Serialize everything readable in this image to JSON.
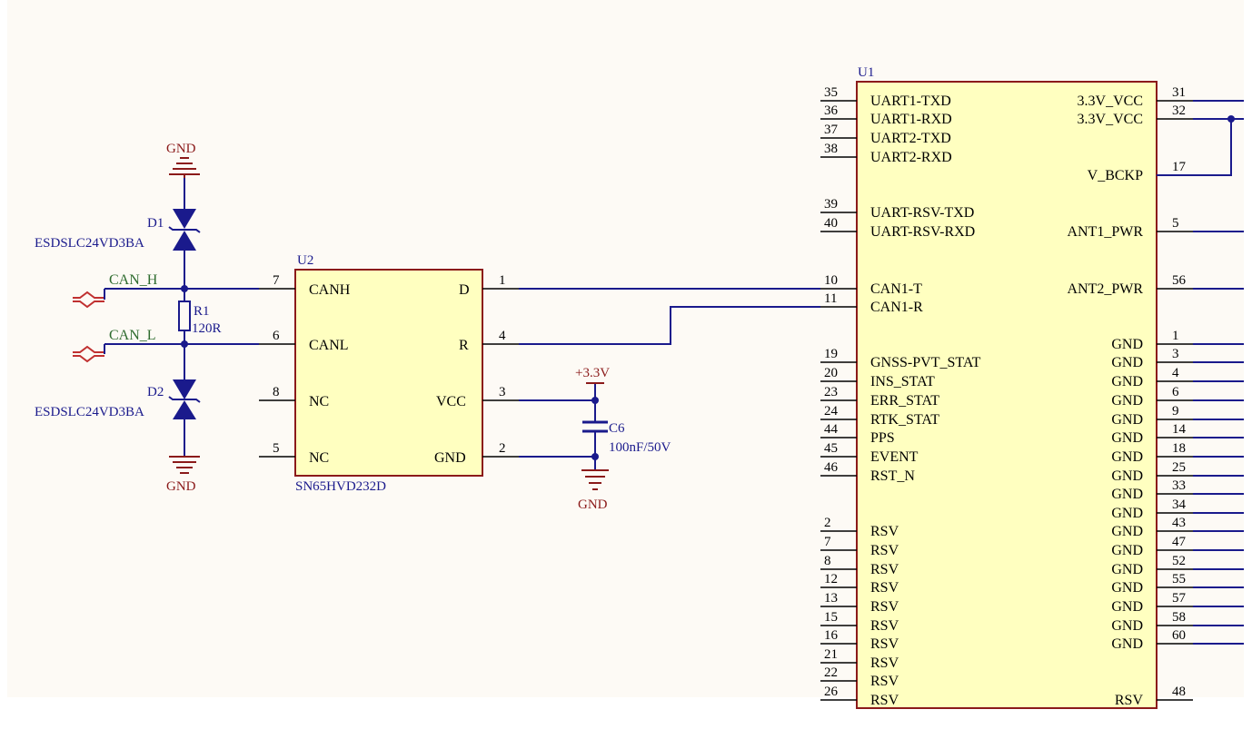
{
  "u1": {
    "ref": "U1",
    "left_pins": [
      {
        "num": "35",
        "label": "UART1-TXD"
      },
      {
        "num": "36",
        "label": "UART1-RXD"
      },
      {
        "num": "37",
        "label": "UART2-TXD"
      },
      {
        "num": "38",
        "label": "UART2-RXD"
      },
      {
        "num": "39",
        "label": "UART-RSV-TXD"
      },
      {
        "num": "40",
        "label": "UART-RSV-RXD"
      },
      {
        "num": "10",
        "label": "CAN1-T"
      },
      {
        "num": "11",
        "label": "CAN1-R"
      },
      {
        "num": "19",
        "label": "GNSS-PVT_STAT"
      },
      {
        "num": "20",
        "label": "INS_STAT"
      },
      {
        "num": "23",
        "label": "ERR_STAT"
      },
      {
        "num": "24",
        "label": "RTK_STAT"
      },
      {
        "num": "44",
        "label": "PPS"
      },
      {
        "num": "45",
        "label": "EVENT"
      },
      {
        "num": "46",
        "label": "RST_N"
      },
      {
        "num": "2",
        "label": "RSV"
      },
      {
        "num": "7",
        "label": "RSV"
      },
      {
        "num": "8",
        "label": "RSV"
      },
      {
        "num": "12",
        "label": "RSV"
      },
      {
        "num": "13",
        "label": "RSV"
      },
      {
        "num": "15",
        "label": "RSV"
      },
      {
        "num": "16",
        "label": "RSV"
      },
      {
        "num": "21",
        "label": "RSV"
      },
      {
        "num": "22",
        "label": "RSV"
      },
      {
        "num": "26",
        "label": "RSV"
      }
    ],
    "right_pins": [
      {
        "num": "31",
        "label": "3.3V_VCC"
      },
      {
        "num": "32",
        "label": "3.3V_VCC"
      },
      {
        "num": "17",
        "label": "V_BCKP"
      },
      {
        "num": "5",
        "label": "ANT1_PWR"
      },
      {
        "num": "56",
        "label": "ANT2_PWR"
      },
      {
        "num": "1",
        "label": "GND"
      },
      {
        "num": "3",
        "label": "GND"
      },
      {
        "num": "4",
        "label": "GND"
      },
      {
        "num": "6",
        "label": "GND"
      },
      {
        "num": "9",
        "label": "GND"
      },
      {
        "num": "14",
        "label": "GND"
      },
      {
        "num": "18",
        "label": "GND"
      },
      {
        "num": "25",
        "label": "GND"
      },
      {
        "num": "33",
        "label": "GND"
      },
      {
        "num": "34",
        "label": "GND"
      },
      {
        "num": "43",
        "label": "GND"
      },
      {
        "num": "47",
        "label": "GND"
      },
      {
        "num": "52",
        "label": "GND"
      },
      {
        "num": "55",
        "label": "GND"
      },
      {
        "num": "57",
        "label": "GND"
      },
      {
        "num": "58",
        "label": "GND"
      },
      {
        "num": "60",
        "label": "GND"
      },
      {
        "num": "48",
        "label": "RSV"
      }
    ]
  },
  "u2": {
    "ref": "U2",
    "part": "SN65HVD232D",
    "pins": {
      "canh": {
        "num": "7",
        "label": "CANH"
      },
      "canl": {
        "num": "6",
        "label": "CANL"
      },
      "nc1": {
        "num": "8",
        "label": "NC"
      },
      "nc2": {
        "num": "5",
        "label": "NC"
      },
      "d": {
        "num": "1",
        "label": "D"
      },
      "r": {
        "num": "4",
        "label": "R"
      },
      "vcc": {
        "num": "3",
        "label": "VCC"
      },
      "gnd": {
        "num": "2",
        "label": "GND"
      }
    }
  },
  "d1": {
    "ref": "D1",
    "part": "ESDSLC24VD3BA"
  },
  "d2": {
    "ref": "D2",
    "part": "ESDSLC24VD3BA"
  },
  "r1": {
    "ref": "R1",
    "value": "120R"
  },
  "c6": {
    "ref": "C6",
    "value": "100nF/50V"
  },
  "nets": {
    "can_h": "CAN_H",
    "can_l": "CAN_L",
    "gnd": "GND",
    "vcc": "+3.3V"
  },
  "colors": {
    "background": "#fdfaf5",
    "component_fill": "#ffffc0",
    "component_border": "#8b1a1a",
    "wire": "#1a1a8c",
    "net_label": "#2e6b2e",
    "power": "#8b1a1a"
  }
}
